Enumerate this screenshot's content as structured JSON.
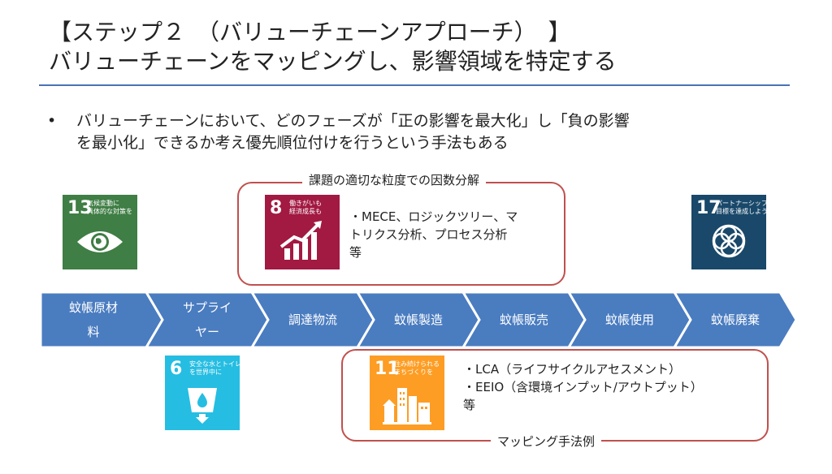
{
  "title": {
    "line1": "【ステップ２　（バリューチェーンアプローチ）　】",
    "line2": "バリューチェーンをマッピングし、影響領域を特定する"
  },
  "bullet": {
    "marker": "•",
    "line1": "バリューチェーンにおいて、どのフェーズが「正の影響を最大化」し「負の影響",
    "line2": "を最小化」できるか考え優先順位付けを行うという手法もある"
  },
  "top_box": {
    "label": "課題の適切な粒度での因数分解",
    "lines": [
      "・MECE、ロジックツリー、マ",
      "トリクス分析、プロセス分析",
      "等"
    ]
  },
  "bottom_box": {
    "label": "マッピング手法例",
    "lines": [
      "・LCA（ライフサイクルアセスメント）",
      "・EEIO（含環境インプット/アウトプット）",
      "等"
    ]
  },
  "sdgs": [
    {
      "num": "13",
      "label1": "気候変動に",
      "label2": "具体的な対策を",
      "color": "#3f7e44",
      "icon": "eye-globe-icon"
    },
    {
      "num": "8",
      "label1": "働きがいも",
      "label2": "経済成長も",
      "color": "#a21942",
      "icon": "growth-chart-icon"
    },
    {
      "num": "17",
      "label1": "パートナーシップで",
      "label2": "目標を達成しよう",
      "color": "#19486a",
      "icon": "rings-icon"
    },
    {
      "num": "6",
      "label1": "安全な水とトイレ",
      "label2": "を世界中に",
      "color": "#26bde2",
      "icon": "water-glass-icon"
    },
    {
      "num": "11",
      "label1": "住み続けられる",
      "label2": "まちづくりを",
      "color": "#fd9d24",
      "icon": "city-buildings-icon"
    }
  ],
  "chain": {
    "color": "#4a7cc0",
    "steps": [
      {
        "line1": "蚊帳原材",
        "line2": "料"
      },
      {
        "line1": "サプライ",
        "line2": "ヤー"
      },
      {
        "line1": "調達物流",
        "line2": ""
      },
      {
        "line1": "蚊帳製造",
        "line2": ""
      },
      {
        "line1": "蚊帳販売",
        "line2": ""
      },
      {
        "line1": "蚊帳使用",
        "line2": ""
      },
      {
        "line1": "蚊帳廃棄",
        "line2": ""
      }
    ]
  }
}
